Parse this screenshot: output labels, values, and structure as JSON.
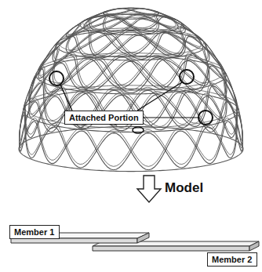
{
  "diagram": {
    "nodes": [
      {
        "text": [
          "Attached Portion"
        ]
      },
      {
        "text": [
          "Member 1"
        ]
      },
      {
        "text": [
          "Member 2"
        ]
      }
    ],
    "labels": [
      "Model"
    ]
  }
}
